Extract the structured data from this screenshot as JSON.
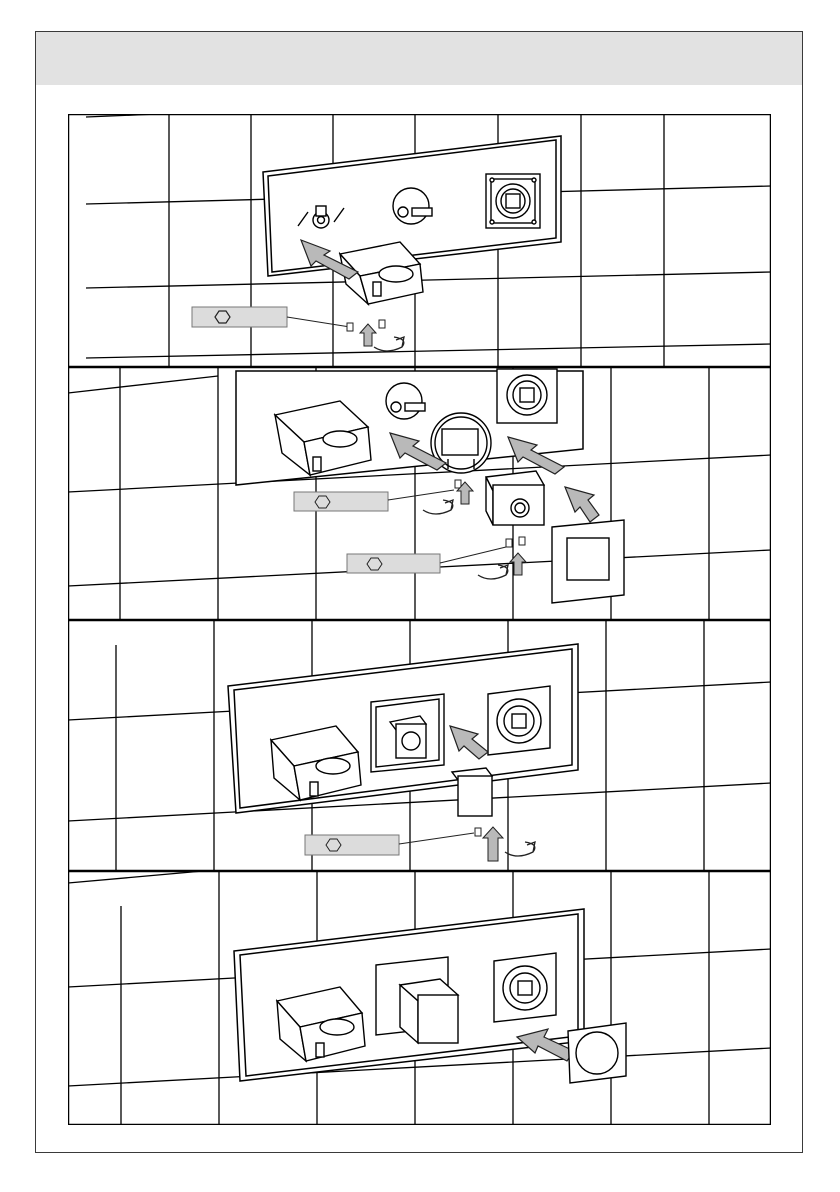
{
  "header": {
    "title": ""
  },
  "steps": [
    {
      "id": 1,
      "hex_key_label": ""
    },
    {
      "id": 2,
      "hex_key_labels": [
        "",
        ""
      ]
    },
    {
      "id": 3,
      "hex_key_label": ""
    },
    {
      "id": 4
    }
  ],
  "colors": {
    "frame": "#3a3a3a",
    "header_band": "#e2e2e2",
    "label_box": "#dcdcdc",
    "arrow_fill": "#b9b9b9",
    "arrow_stroke": "#222222"
  },
  "icons": [
    "hex-key-icon",
    "push-arrow-icon",
    "rotate-arrow-icon"
  ]
}
